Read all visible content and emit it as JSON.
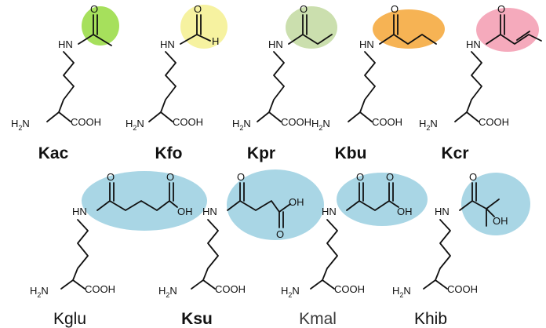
{
  "atoms": {
    "oxygen": "O",
    "hydrogen": "H",
    "hydroxyl": "OH",
    "amide_nh": "HN",
    "amine": "H",
    "amine_sub": "2",
    "amine_n": "N",
    "carboxyl": "COOH"
  },
  "colors": {
    "acetyl": "#a6e05c",
    "formyl": "#f6f2a0",
    "propionyl": "#cbdfae",
    "butyryl": "#f6b354",
    "crotonyl": "#f5aabc",
    "acid": "#a9d6e5"
  },
  "molecules": [
    {
      "label": "Kac"
    },
    {
      "label": "Kfo"
    },
    {
      "label": "Kpr"
    },
    {
      "label": "Kbu"
    },
    {
      "label": "Kcr"
    },
    {
      "label": "Kglu"
    },
    {
      "label": "Ksu"
    },
    {
      "label": "Kmal"
    },
    {
      "label": "Khib"
    }
  ]
}
